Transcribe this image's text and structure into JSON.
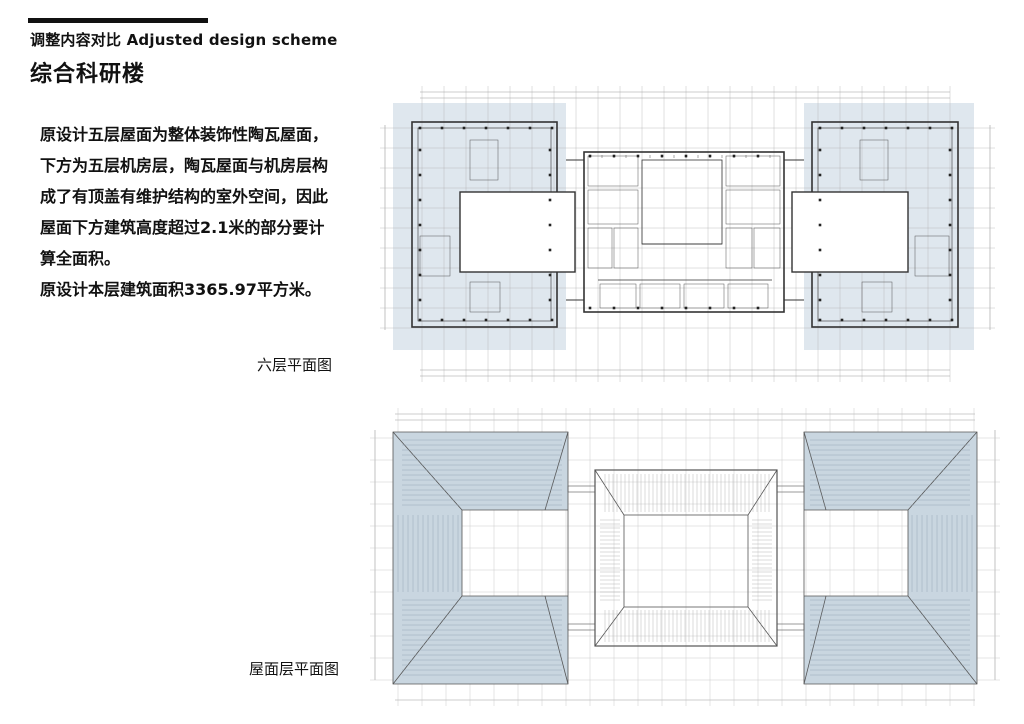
{
  "header": {
    "subtitle": "调整内容对比 Adjusted design scheme",
    "title": "综合科研楼"
  },
  "description": {
    "para1": "原设计五层屋面为整体装饰性陶瓦屋面，下方为五层机房层，陶瓦屋面与机房层构成了有顶盖有维护结构的室外空间，因此屋面下方建筑高度超过2.1米的部分要计算全面积。",
    "para2": "原设计本层建筑面积3365.97平方米。"
  },
  "drawings": {
    "sixth_floor_caption": "六层平面图",
    "roof_caption": "屋面层平面图"
  },
  "colors": {
    "highlight": "#dfe7ee",
    "roof_fill": "#c9d6e0",
    "line": "#444444",
    "grid": "#9a9a9a"
  }
}
